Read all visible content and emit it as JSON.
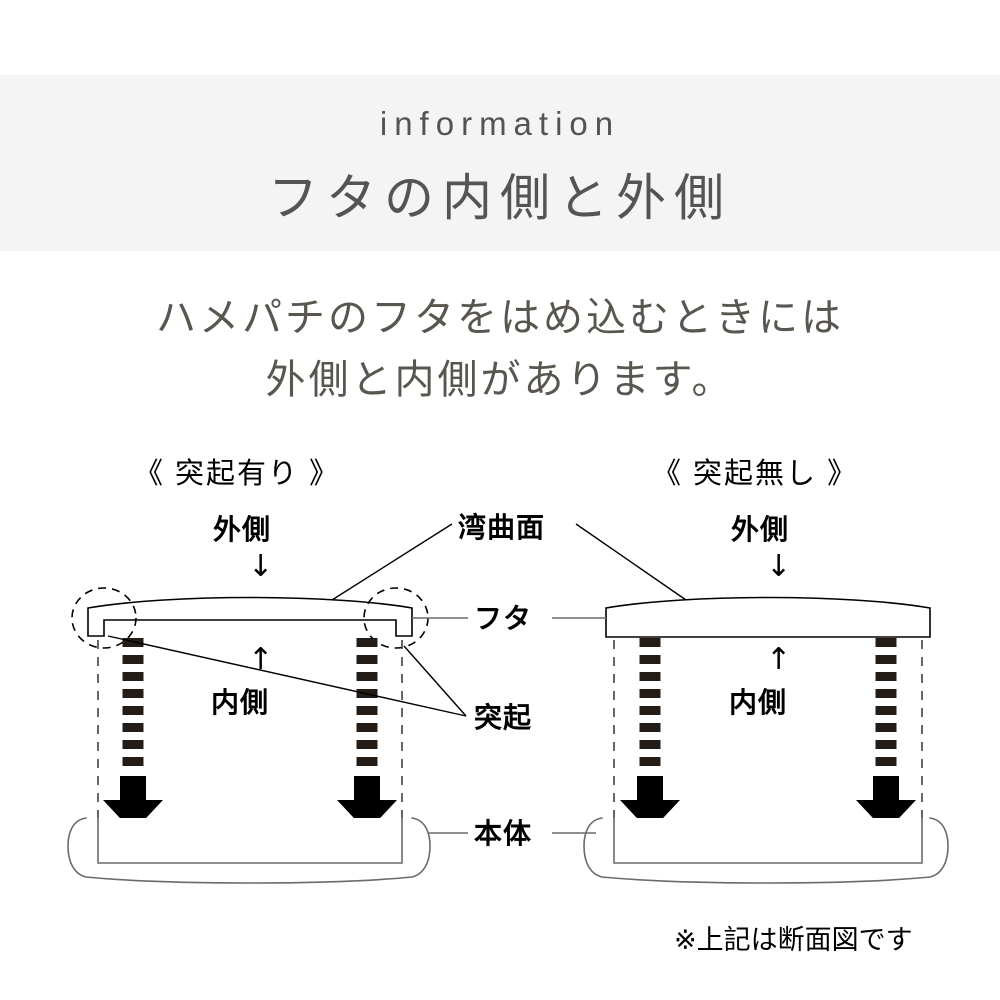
{
  "header": {
    "eyebrow": "information",
    "title": "フタの内側と外側",
    "band_color": "#f5f4f4"
  },
  "subtitle": {
    "line1": "ハメパチのフタをはめ込むときには",
    "line2": "外側と内側があります。"
  },
  "sections": [
    {
      "id": "with-protrusion",
      "heading": "《 突起有り 》",
      "outer_label": "外側",
      "outer_arrow": "↓",
      "inner_label": "内側",
      "inner_arrow": "↑"
    },
    {
      "id": "without-protrusion",
      "heading": "《 突起無し 》",
      "outer_label": "外側",
      "outer_arrow": "↓",
      "inner_label": "内側",
      "inner_arrow": "↑"
    }
  ],
  "callouts": {
    "curved_surface": "湾曲面",
    "lid": "フタ",
    "protrusion": "突起",
    "body": "本体"
  },
  "footnote": "※上記は断面図です",
  "colors": {
    "line": "#000000",
    "thin_line": "#6b6b6b",
    "text": "#000000",
    "header_text": "#565452",
    "subtitle_text": "#58564f",
    "background": "#ffffff"
  }
}
